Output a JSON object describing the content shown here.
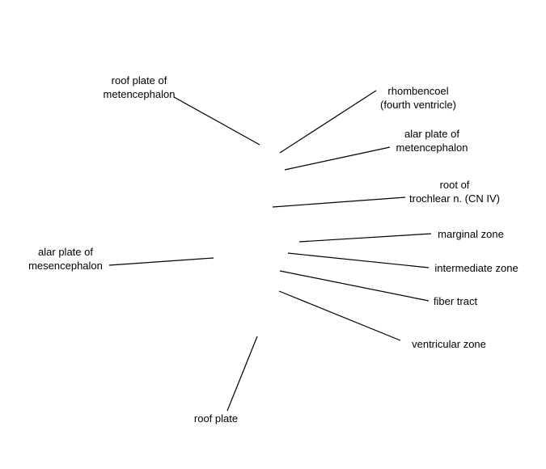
{
  "diagram": {
    "line_color": "#000000",
    "labels": [
      {
        "id": "roof-plate-metencephalon",
        "lines": [
          "roof plate of",
          "metencephalon"
        ]
      },
      {
        "id": "rhombencoel",
        "lines": [
          "rhombencoel",
          "(fourth ventricle)"
        ]
      },
      {
        "id": "alar-plate-metencephalon",
        "lines": [
          "alar plate of",
          "metencephalon"
        ]
      },
      {
        "id": "root-trochlear",
        "lines": [
          "root of",
          "trochlear n. (CN IV)"
        ]
      },
      {
        "id": "marginal-zone",
        "lines": [
          "marginal zone"
        ]
      },
      {
        "id": "alar-plate-mesencephalon",
        "lines": [
          "alar plate of",
          "mesencephalon"
        ]
      },
      {
        "id": "intermediate-zone",
        "lines": [
          "intermediate zone"
        ]
      },
      {
        "id": "fiber-tract",
        "lines": [
          "fiber tract"
        ]
      },
      {
        "id": "ventricular-zone",
        "lines": [
          "ventricular zone"
        ]
      },
      {
        "id": "roof-plate",
        "lines": [
          "roof plate"
        ]
      }
    ]
  }
}
